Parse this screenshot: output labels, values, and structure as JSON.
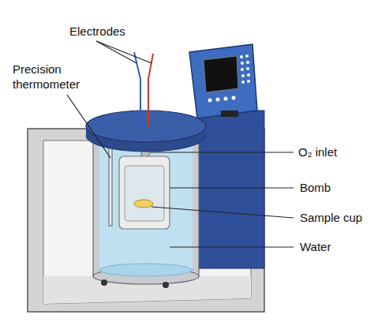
{
  "diagram": {
    "labels": [
      "Electrodes",
      "Precision thermometer",
      "O₂ inlet",
      "Bomb",
      "Sample cup",
      "Water"
    ]
  }
}
